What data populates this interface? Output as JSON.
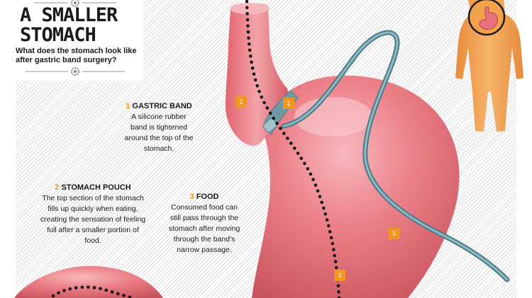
{
  "header": {
    "title_line1": "A SMALLER",
    "title_line2": "STOMACH",
    "subtitle": "What does the stomach look like after gastric band surgery?"
  },
  "labels": [
    {
      "num": "1",
      "title": "GASTRIC BAND",
      "body": "A silicone rubber band is tightened around the top of the stomach."
    },
    {
      "num": "2",
      "title": "STOMACH POUCH",
      "body": "The top section of the stomach fills up quickly when eating, creating the sensation of feeling full after a smaller portion of food."
    },
    {
      "num": "3",
      "title": "FOOD",
      "body": "Consumed food can still pass through the stomach after moving through the band's narrow passage."
    }
  ],
  "markers": [
    "1",
    "2",
    "3",
    "5"
  ],
  "colors": {
    "stomach": "#e7727c",
    "stomach_light": "#f4a7ad",
    "tube": "#5f8f9b",
    "accent": "#f29312",
    "body": "#f2a24a"
  },
  "icons": [
    "gear-icon",
    "stomach-icon"
  ]
}
